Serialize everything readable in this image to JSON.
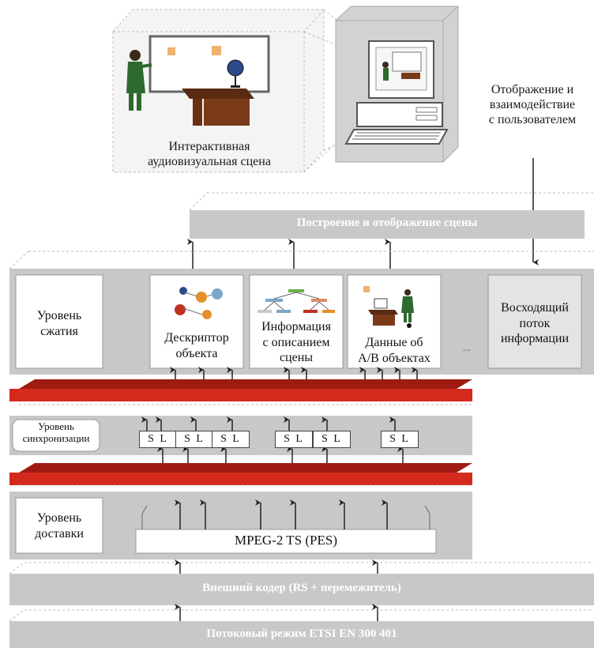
{
  "colors": {
    "band": "#c8c8c8",
    "band_dark": "#b5b5b5",
    "red": "#d42a1e",
    "red_dark": "#9e1b12",
    "white": "#ffffff",
    "dash": "#aaaaaa"
  },
  "scene": {
    "label_line1": "Интерактивная",
    "label_line2": "аудиовизуальная сцена"
  },
  "display": {
    "label_line1": "Отображение и",
    "label_line2": "взаимодействие",
    "label_line3": "с пользователем"
  },
  "composition_layer": {
    "label": "Построение и отображение сцены"
  },
  "compression_layer": {
    "label_line1": "Уровень",
    "label_line2": "сжатия",
    "descriptor_line1": "Дескриптор",
    "descriptor_line2": "объекта",
    "scene_info_line1": "Информация",
    "scene_info_line2": "с описанием",
    "scene_info_line3": "сцены",
    "av_data_line1": "Данные об",
    "av_data_line2": "A/B объектах",
    "ellipsis": "...",
    "upstream_line1": "Восходящий",
    "upstream_line2": "поток",
    "upstream_line3": "информации"
  },
  "sync_layer": {
    "label_line1": "Уровень",
    "label_line2": "синхронизации",
    "sl_boxes": [
      "S L",
      "S L",
      "S L",
      "S L",
      "S L",
      "S L"
    ]
  },
  "delivery_layer": {
    "label_line1": "Уровень",
    "label_line2": "доставки",
    "mux_label": "MPEG-2 TS (PES)"
  },
  "outer_coder": {
    "label": "Внешний кодер (RS + перемежитель)"
  },
  "streaming": {
    "label": "Потоковый режим ETSI EN 300 401"
  }
}
